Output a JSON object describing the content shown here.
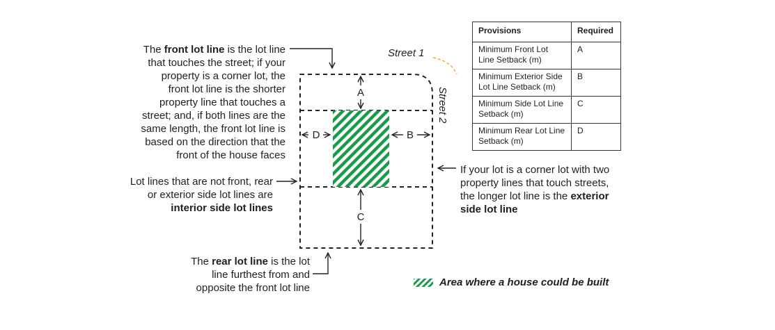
{
  "front_lot_line": {
    "pre": "The ",
    "bold": "front lot line",
    "post": " is the lot line\nthat touches the street; if your\nproperty is a corner lot, the\nfront lot line is the shorter\nproperty line that touches a\nstreet; and, if both lines are the\nsame length, the front lot line is\nbased on the direction that the\nfront of the house faces"
  },
  "interior_side": {
    "pre": "Lot lines that are not front, rear\nor exterior side lot lines are\n",
    "bold": "interior side lot lines"
  },
  "rear_lot_line": {
    "pre": "The ",
    "bold": "rear lot line",
    "post": " is the lot\nline furthest from and\nopposite the front lot line"
  },
  "exterior_side": {
    "pre": "If your lot is a corner lot with two\nproperty lines that touch streets,\nthe longer lot line is the ",
    "bold": "exterior\nside lot line"
  },
  "streets": {
    "street1": "Street 1",
    "street2": "Street 2"
  },
  "setback_labels": {
    "a": "A",
    "b": "B",
    "c": "C",
    "d": "D"
  },
  "table": {
    "headers": [
      "Provisions",
      "Required"
    ],
    "rows": [
      {
        "provision": "Minimum Front Lot Line Setback (m)",
        "required": "A"
      },
      {
        "provision": "Minimum Exterior Side Lot Line Setback (m)",
        "required": "B"
      },
      {
        "provision": "Minimum Side Lot Line Setback (m)",
        "required": "C"
      },
      {
        "provision": "Minimum Rear Lot Line Setback (m)",
        "required": "D"
      }
    ]
  },
  "legend": {
    "label": "Area where a house could be built"
  },
  "colors": {
    "hatch": "#1a9a4a",
    "street_curve": "#f0b323",
    "line": "#222222"
  }
}
